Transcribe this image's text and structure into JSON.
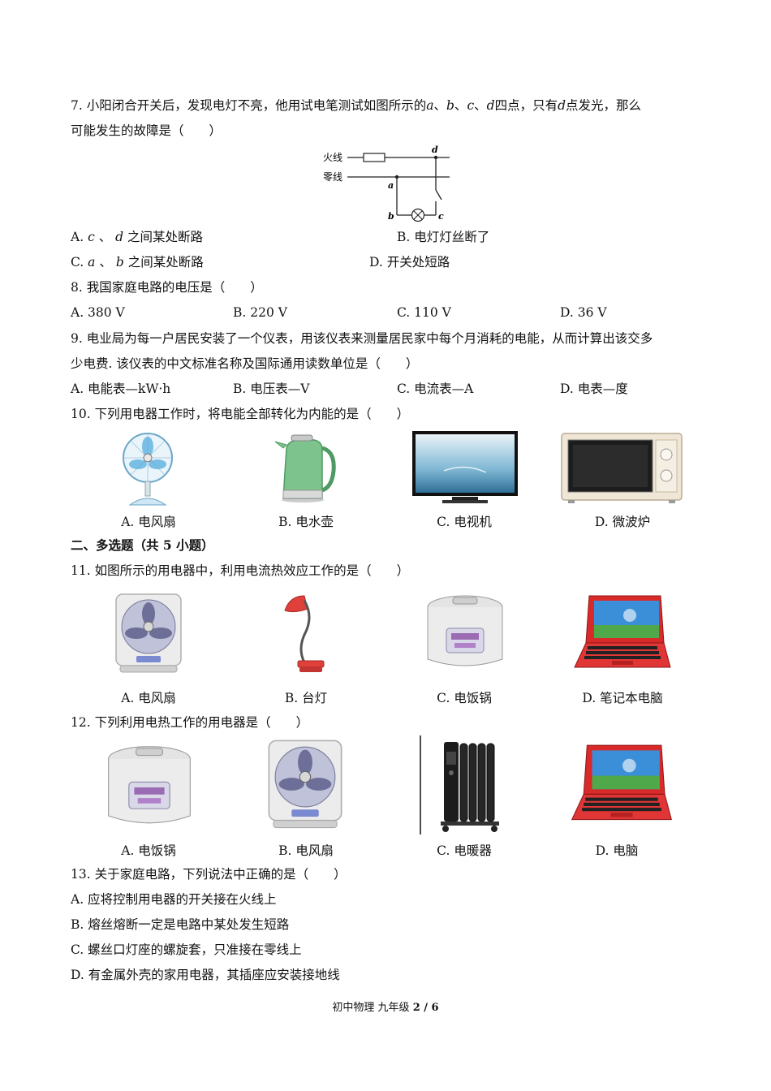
{
  "q7": {
    "line1": "7. 小阳闭合开关后，发现电灯不亮，他用试电笔测试如图所示的",
    "p_a": "a",
    "sep1": "、",
    "p_b": "b",
    "sep2": "、",
    "p_c": "c",
    "sep3": "、",
    "p_d": "d",
    "line1_end": "四点，只有",
    "p_d2": "d",
    "line1_end2": "点发光，那么",
    "line2": "可能发生的故障是（　　）",
    "circuit": {
      "live": "火线",
      "neutral": "零线",
      "a": "a",
      "b": "b",
      "c": "c",
      "d": "d"
    },
    "options": [
      {
        "prefix": "A.",
        "v1": "c",
        "mid": "、",
        "v2": "d",
        "text": "之间某处断路"
      },
      {
        "prefix": "B.",
        "text": "电灯灯丝断了"
      },
      {
        "prefix": "C.",
        "v1": "a",
        "mid": "、",
        "v2": "b",
        "text": "之间某处断路"
      },
      {
        "prefix": "D.",
        "text": "开关处短路"
      }
    ]
  },
  "q8": {
    "stem": "8. 我国家庭电路的电压是（　　）",
    "options": [
      "A. 380 V",
      "B. 220 V",
      "C. 110 V",
      "D. 36 V"
    ]
  },
  "q9": {
    "line1": "9. 电业局为每一户居民安装了一个仪表，用该仪表来测量居民家中每个月消耗的电能，从而计算出该交多",
    "line2": "少电费. 该仪表的中文标准名称及国际通用读数单位是（　　）",
    "options": [
      "A. 电能表—kW·h",
      "B. 电压表—V",
      "C. 电流表—A",
      "D. 电表—度"
    ]
  },
  "q10": {
    "stem": "10. 下列用电器工作时，将电能全部转化为内能的是（　　）",
    "captions": [
      "A. 电风扇",
      "B. 电水壶",
      "C. 电视机",
      "D. 微波炉"
    ]
  },
  "section2": {
    "title": "二、多选题（共 5 小题）"
  },
  "q11": {
    "stem": "11. 如图所示的用电器中，利用电流热效应工作的是（　　）",
    "captions": [
      "A. 电风扇",
      "B. 台灯",
      "C. 电饭锅",
      "D. 笔记本电脑"
    ]
  },
  "q12": {
    "stem": "12. 下列利用电热工作的用电器是（　　）",
    "captions": [
      "A. 电饭锅",
      "B. 电风扇",
      "C. 电暖器",
      "D. 电脑"
    ]
  },
  "q13": {
    "stem": "13. 关于家庭电路，下列说法中正确的是（　　）",
    "options": [
      "A. 应将控制用电器的开关接在火线上",
      "B. 熔丝熔断一定是电路中某处发生短路",
      "C. 螺丝口灯座的螺旋套，只准接在零线上",
      "D. 有金属外壳的家用电器，其插座应安装接地线"
    ]
  },
  "footer": {
    "text": "初中物理  九年级",
    "page": "2 / 6"
  }
}
